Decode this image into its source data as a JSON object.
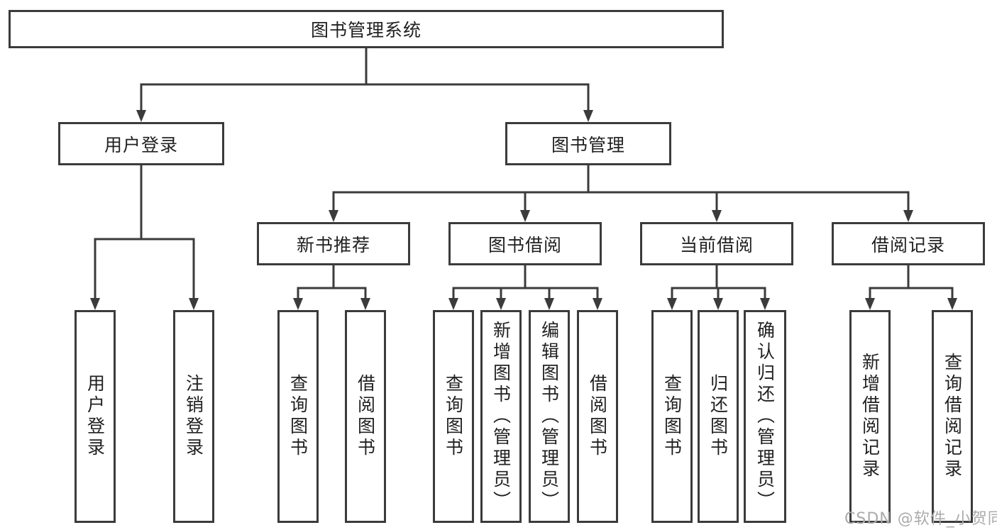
{
  "title_box": "图书管理系统",
  "branches": {
    "user": {
      "label": "用户登录",
      "children": [
        "用户登录",
        "注销登录"
      ]
    },
    "book": {
      "label": "图书管理",
      "sections": [
        {
          "label": "新书推荐",
          "children": [
            "查询图书",
            "借阅图书"
          ]
        },
        {
          "label": "图书借阅",
          "children": [
            "查询图书",
            "新增图书（管理员）",
            "编辑图书（管理员）",
            "借阅图书"
          ]
        },
        {
          "label": "当前借阅",
          "children": [
            "查询图书",
            "归还图书",
            "确认归还（管理员）"
          ]
        },
        {
          "label": "借阅记录",
          "children": [
            "新增借阅记录",
            "查询借阅记录"
          ]
        }
      ]
    }
  },
  "watermark": "CSDN @软件_小贺同学",
  "colors": {
    "line": "#3b3b3b",
    "box_border": "#3b3b3b",
    "text": "#212121",
    "watermark": "#ababab",
    "background": "#ffffff"
  }
}
